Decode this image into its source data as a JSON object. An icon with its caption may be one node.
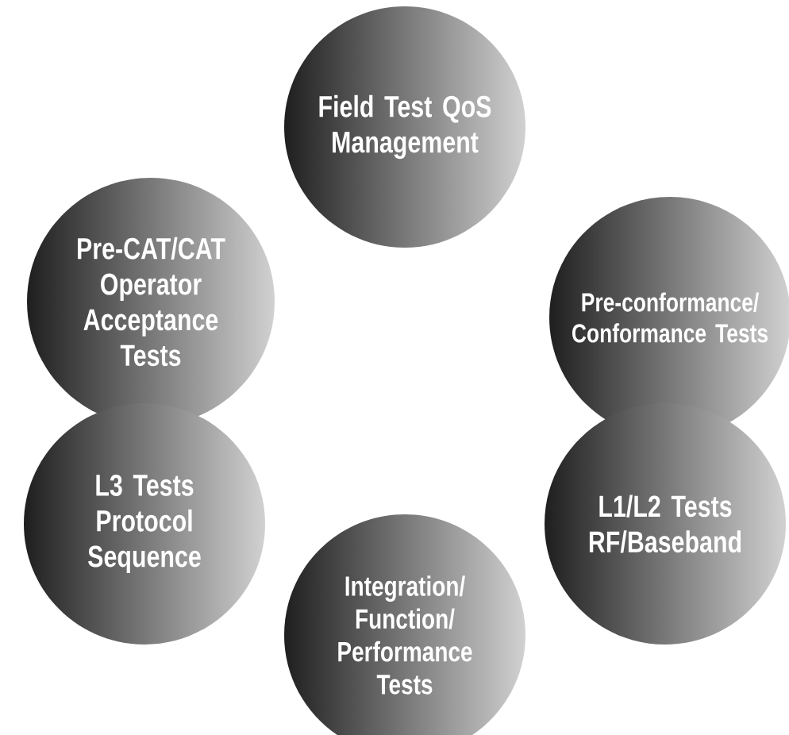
{
  "diagram": {
    "nodes": [
      {
        "text": [
          "Field Test QoS Management"
        ]
      },
      {
        "text": [
          "Pre-CAT/CAT Operator Acceptance Tests"
        ]
      },
      {
        "text": [
          "Pre-conformance/ Conformance Tests"
        ]
      },
      {
        "text": [
          "L3 Tests Protocol Sequence"
        ]
      },
      {
        "text": [
          "L1/L2 Tests RF/Baseband"
        ]
      },
      {
        "text": [
          "Integration/ Function/ Performance Tests"
        ]
      }
    ]
  }
}
